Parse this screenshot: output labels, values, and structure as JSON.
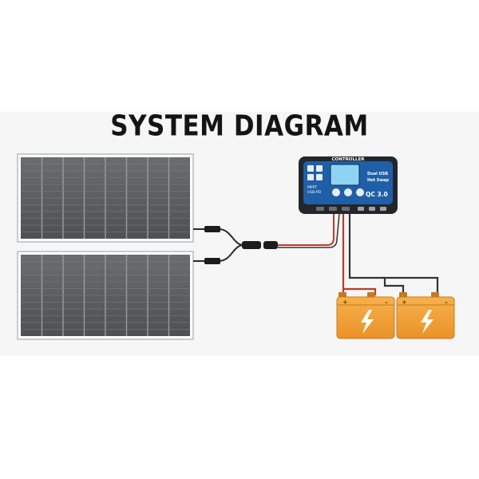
{
  "title": "SYSTEM DIAGRAM",
  "controller": {
    "header": "CONTROLLER",
    "line1": "Dual USB",
    "line2": "Hot Swap",
    "mode1": "MPPT",
    "mode2": "USB-PD",
    "qc": "QC 3.0"
  },
  "colors": {
    "panel_cell": "#5b5d61",
    "panel_frame": "#c9cacc",
    "controller_body": "#23262b",
    "controller_face": "#1f5fa8",
    "lcd": "#8fd3f2",
    "battery": "#f2a33a",
    "wire_positive": "#c0392b",
    "wire_negative": "#333333"
  }
}
